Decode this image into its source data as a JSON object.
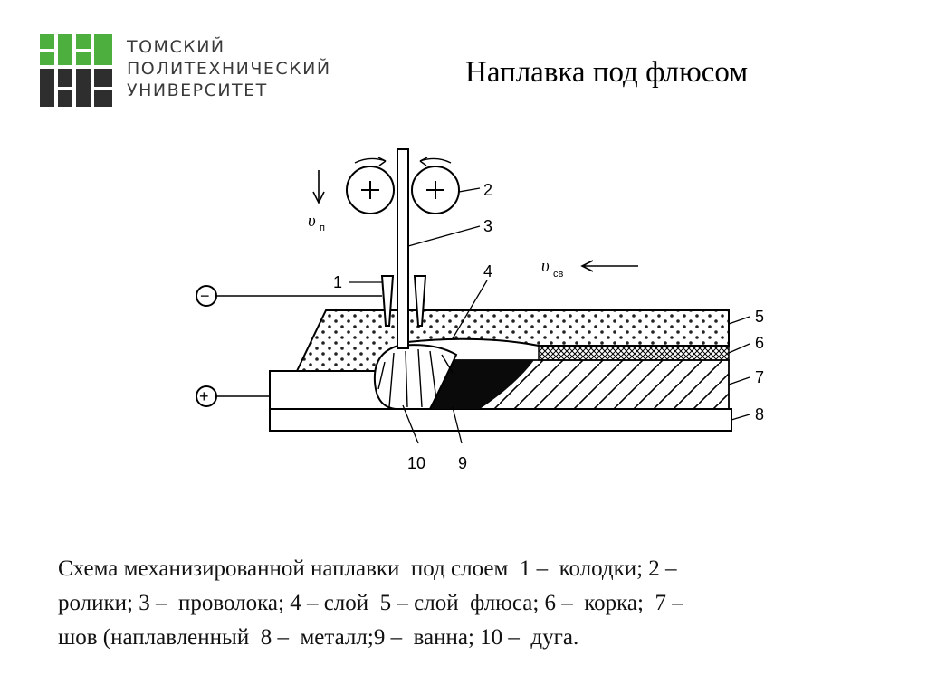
{
  "header": {
    "university_lines": [
      "ТОМСКИЙ",
      "ПОЛИТЕХНИЧЕСКИЙ",
      "УНИВЕРСИТЕТ"
    ],
    "title": "Наплавка под флюсом"
  },
  "colors": {
    "logo_green": "#4caf3e",
    "logo_dark": "#2e2e2e"
  },
  "diagram": {
    "labels": {
      "n1": "1",
      "n2": "2",
      "n3": "3",
      "n4": "4",
      "n5": "5",
      "n6": "6",
      "n7": "7",
      "n8": "8",
      "n9": "9",
      "n10": "10"
    },
    "velocity_feed": {
      "symbol": "υ",
      "subscript": "п"
    },
    "velocity_weld": {
      "symbol": "υ",
      "subscript": "св"
    },
    "terminals": {
      "negative": "−",
      "positive": "+"
    }
  },
  "caption": {
    "lines": [
      "Схема механизированной наплавки  под слоем  1 –  колодки; 2 –",
      "ролики; 3 –  проволока; 4 – слой  5 – слой  флюса; 6 –  корка;  7 –",
      "шов (наплавленный  8 –  металл;9 –  ванна; 10 –  дуга."
    ]
  }
}
